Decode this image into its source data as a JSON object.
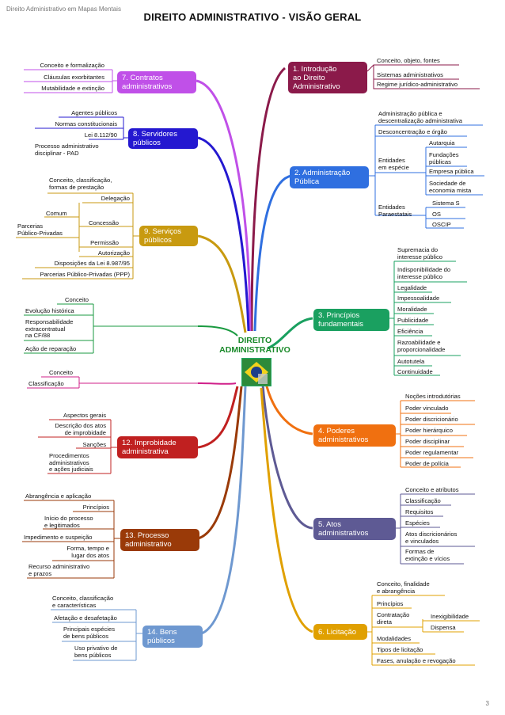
{
  "header": {
    "source": "Direito Administrativo em Mapas Mentais",
    "title": "DIREITO ADMINISTRATIVO - VISÃO GERAL",
    "page_number": "3"
  },
  "center": {
    "title": "DIREITO ADMINISTRATIVO"
  },
  "branches": {
    "b1": {
      "label": "1. Introdução\n   ao  Direito\n   Administrativo",
      "color": "#8b1a4a",
      "leaves": [
        "Conceito, objeto, fontes",
        "Sistemas administrativos",
        "Regime jurídico-administrativo"
      ]
    },
    "b2": {
      "label": "2. Administração\n    Pública",
      "color": "#2f6fe0",
      "leaves": [
        "Administração pública e\ndescentralização administrativa",
        "Desconcentração e órgão",
        "Entidades\nem espécie",
        "Autarquia",
        "Fundações\npúblicas",
        "Empresa pública",
        "Sociedade de\neconomia mista",
        "Entidades\nParaestatais",
        "Sistema S",
        "OS",
        "OSCIP"
      ]
    },
    "b3": {
      "label": "3. Princípios\n    fundamentais",
      "color": "#1aa060",
      "leaves": [
        "Supremacia do\ninteresse público",
        "Indisponibilidade do\ninteresse público",
        "Legalidade",
        "Impessoalidade",
        "Moralidade",
        "Publicidade",
        "Eficiência",
        "Razoabilidade e\nproporcionalidade",
        "Autotutela",
        "Continuidade"
      ]
    },
    "b4": {
      "label": "4. Poderes\n    administrativos",
      "color": "#f07010",
      "leaves": [
        "Noções introdutórias",
        "Poder vinculado",
        "Poder discricionário",
        "Poder hierárquico",
        "Poder disciplinar",
        "Poder regulamentar",
        "Poder de polícia"
      ]
    },
    "b5": {
      "label": "5. Atos\n    administrativos",
      "color": "#5e5a94",
      "leaves": [
        "Conceito e atributos",
        "Classificação",
        "Requisitos",
        "Espécies",
        "Atos discricionários\ne vinculados",
        "Formas de\nextinção e vícios"
      ]
    },
    "b6": {
      "label": "6. Licitação",
      "color": "#e0a000",
      "leaves": [
        "Conceito, finalidade\ne abrangência",
        "Princípios",
        "Contratação\ndireta",
        "Inexigibilidade",
        "Dispensa",
        "Modalidades",
        "Tipos de licitação",
        "Fases, anulação e revogação"
      ]
    },
    "b7": {
      "label": "7. Contratos\n    administrativos",
      "color": "#c050e8",
      "leaves": [
        "Conceito e formalização",
        "Cláusulas exorbitantes",
        "Mutabilidade e extinção"
      ]
    },
    "b8": {
      "label": "8. Servidores\n    públicos",
      "color": "#2418d0",
      "leaves": [
        "Agentes públicos",
        "Normas constitucionais",
        "Lei 8.112/90",
        "Processo administrativo\ndisciplinar - PAD"
      ]
    },
    "b9": {
      "label": "9. Serviços\n    públicos",
      "color": "#c89a10",
      "leaves": [
        "Conceito, classificação,\nformas de prestação",
        "Delegação",
        "Comum",
        "Parcerias\nPúblico-Privadas",
        "Concessão",
        "Permissão",
        "Autorização",
        "Disposições da Lei 8.987/95",
        "Parcerias Público-Privadas (PPP)"
      ]
    },
    "b10": {
      "color": "#1a9a40",
      "leaves": [
        "Conceito",
        "Evolução histórica",
        "Responsabilidade\nextracontratual\nna CF/88",
        "Ação de reparação"
      ]
    },
    "b11": {
      "color": "#d0208a",
      "leaves": [
        "Conceito",
        "Classificação"
      ]
    },
    "b12": {
      "label": "12. Improbidade\n      administrativa",
      "color": "#c02020",
      "leaves": [
        "Aspectos gerais",
        "Descrição dos atos\nde improbidade",
        "Sanções",
        "Procedimentos\nadministrativos\ne ações judiciais"
      ]
    },
    "b13": {
      "label": "13. Processo\n      administrativo",
      "color": "#9a3a08",
      "leaves": [
        "Abrangência e aplicação",
        "Princípios",
        "Início do processo\ne legitimados",
        "Impedimento e suspeição",
        "Forma, tempo e\nlugar dos atos",
        "Recurso administrativo\ne prazos"
      ]
    },
    "b14": {
      "label": "14. Bens\n      públicos",
      "color": "#6e98d0",
      "leaves": [
        "Conceito, classificação\ne características",
        "Afetação e desafetação",
        "Principais espécies\nde bens públicos",
        "Uso privativo de\nbens públicos"
      ]
    }
  }
}
